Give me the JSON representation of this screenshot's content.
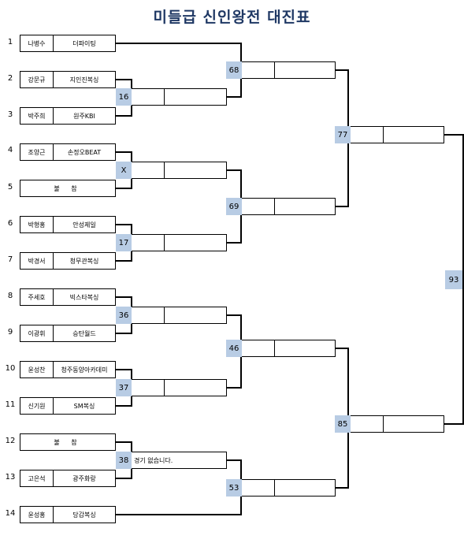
{
  "title": "미들급 신인왕전 대진표",
  "players": [
    {
      "seed": "1",
      "name": "나병수",
      "team": "더파이팅"
    },
    {
      "seed": "2",
      "name": "강문규",
      "team": "지인진복싱"
    },
    {
      "seed": "3",
      "name": "박주희",
      "team": "원주KBI"
    },
    {
      "seed": "4",
      "name": "조양근",
      "team": "손정오BEAT"
    },
    {
      "seed": "5",
      "forfeit": "불 참"
    },
    {
      "seed": "6",
      "name": "박형홍",
      "team": "안성제일"
    },
    {
      "seed": "7",
      "name": "박경서",
      "team": "청무관복싱"
    },
    {
      "seed": "8",
      "name": "주세호",
      "team": "빅스타복싱"
    },
    {
      "seed": "9",
      "name": "이광휘",
      "team": "승탄월드"
    },
    {
      "seed": "10",
      "name": "윤성찬",
      "team": "청주동양아카데미"
    },
    {
      "seed": "11",
      "name": "신기원",
      "team": "SM복싱"
    },
    {
      "seed": "12",
      "forfeit": "불 참"
    },
    {
      "seed": "13",
      "name": "고은석",
      "team": "광주화랑"
    },
    {
      "seed": "14",
      "name": "윤성홍",
      "team": "당감복싱"
    }
  ],
  "round1": [
    {
      "num": "16",
      "note": ""
    },
    {
      "num": "X",
      "note": ""
    },
    {
      "num": "17",
      "note": ""
    },
    {
      "num": "36",
      "note": ""
    },
    {
      "num": "37",
      "note": ""
    },
    {
      "num": "38",
      "note": "경기 없습니다."
    }
  ],
  "round2": [
    {
      "num": "68"
    },
    {
      "num": "69"
    },
    {
      "num": "46"
    },
    {
      "num": "53"
    }
  ],
  "semis": [
    {
      "num": "77"
    },
    {
      "num": "85"
    }
  ],
  "final": {
    "num": "93"
  }
}
